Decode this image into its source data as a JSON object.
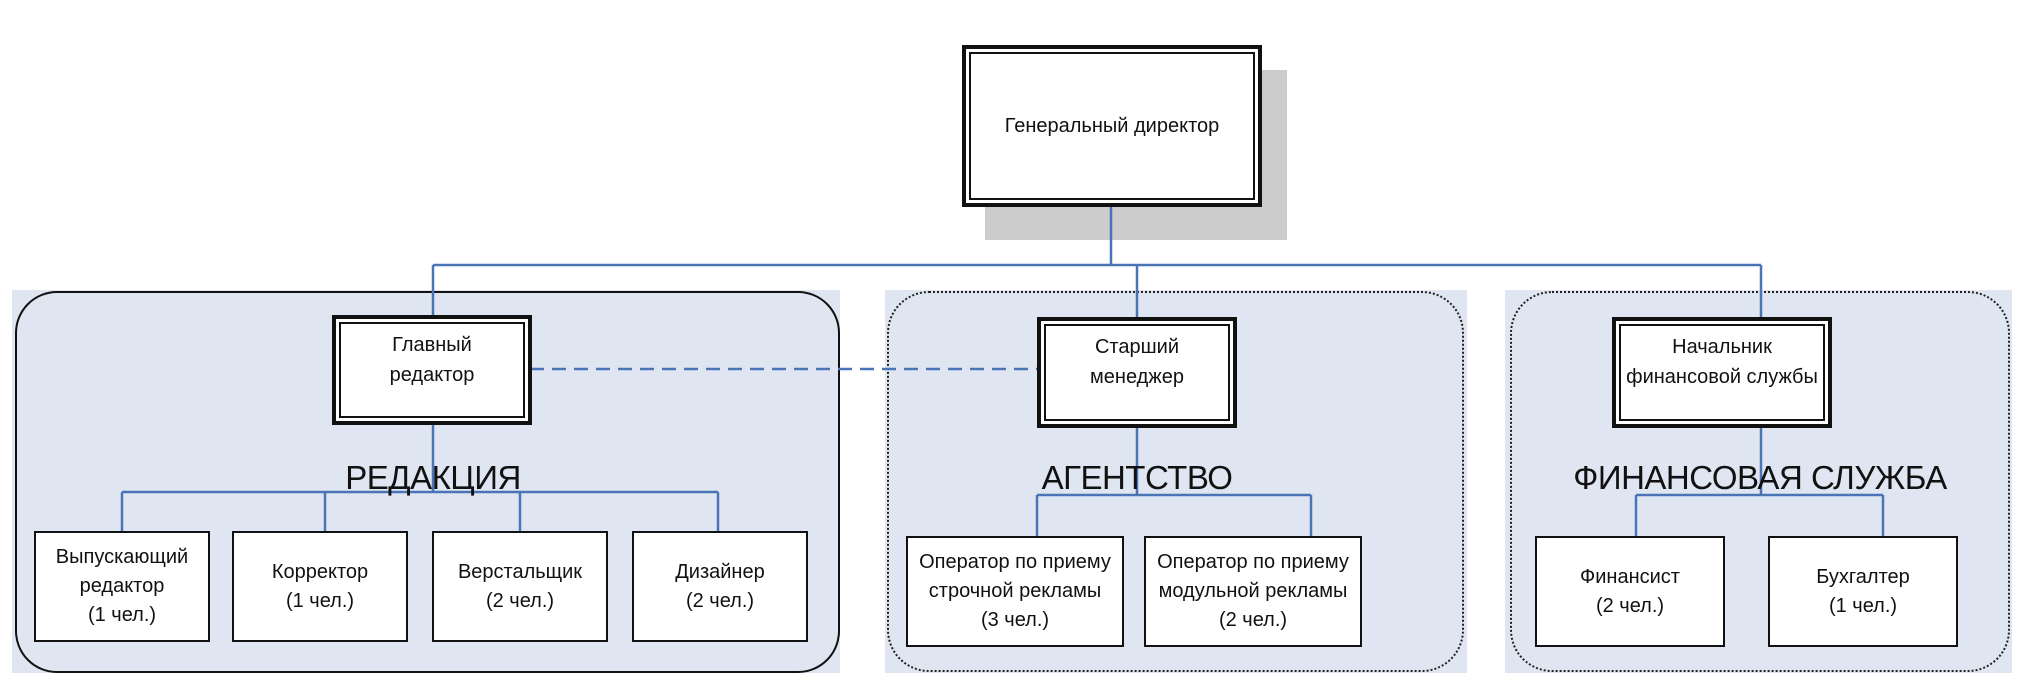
{
  "director": {
    "title": "Генеральный директор"
  },
  "groups": [
    {
      "name": "РЕДАКЦИЯ",
      "head": {
        "line1": "Главный",
        "line2": "редактор"
      },
      "members": [
        {
          "lines": [
            "Выпускающий",
            "редактор",
            "(1 чел.)"
          ]
        },
        {
          "lines": [
            "Корректор",
            "(1 чел.)"
          ]
        },
        {
          "lines": [
            "Верстальщик",
            "(2 чел.)"
          ]
        },
        {
          "lines": [
            "Дизайнер",
            "(2 чел.)"
          ]
        }
      ]
    },
    {
      "name": "АГЕНТСТВО",
      "head": {
        "line1": "Старший",
        "line2": "менеджер"
      },
      "members": [
        {
          "lines": [
            "Оператор по приему",
            "строчной рекламы",
            "(3 чел.)"
          ]
        },
        {
          "lines": [
            "Оператор по приему",
            "модульной рекламы",
            "(2 чел.)"
          ]
        }
      ]
    },
    {
      "name": "ФИНАНСОВАЯ СЛУЖБА",
      "head": {
        "line1": "Начальник",
        "line2": "финансовой службы"
      },
      "members": [
        {
          "lines": [
            "Финансист",
            "(2 чел.)"
          ]
        },
        {
          "lines": [
            "Бухгалтер",
            "(1 чел.)"
          ]
        }
      ]
    }
  ],
  "colors": {
    "connector": "#4a74b5",
    "group_fill": "#dfe6f1",
    "shadow": "#cccccc"
  }
}
